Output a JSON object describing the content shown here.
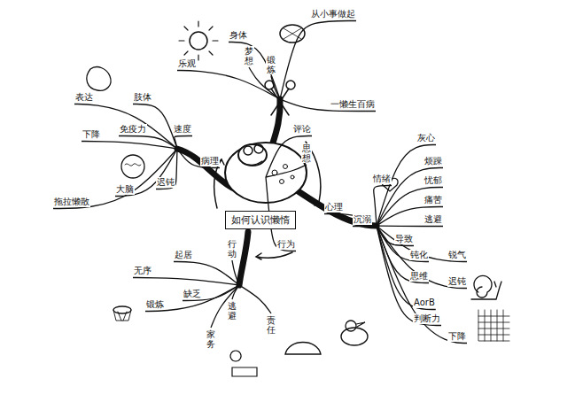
{
  "diagram": {
    "nodes": [
      {
        "text": [
          "如何认识懒惰"
        ]
      }
    ],
    "edges": [],
    "labels": [
      "乐观",
      "身体",
      "从小事做起",
      "梦想",
      "锻炼",
      "一懒生百病",
      "评论",
      "思想",
      "心理",
      "沉溺",
      "情绪",
      "灰心",
      "烦躁",
      "忧郁",
      "痛苦",
      "逃避",
      "导致",
      "钝化",
      "锐气",
      "思维",
      "迟钝",
      "AorB",
      "判断力",
      "下降",
      "行为",
      "行动",
      "起居",
      "无序",
      "缺乏",
      "锻炼",
      "逃避",
      "家务",
      "责任",
      "病理",
      "速度",
      "免疫力",
      "下降",
      "肢体",
      "表达",
      "大脑",
      "迟钝",
      "拖拉懒散"
    ]
  }
}
